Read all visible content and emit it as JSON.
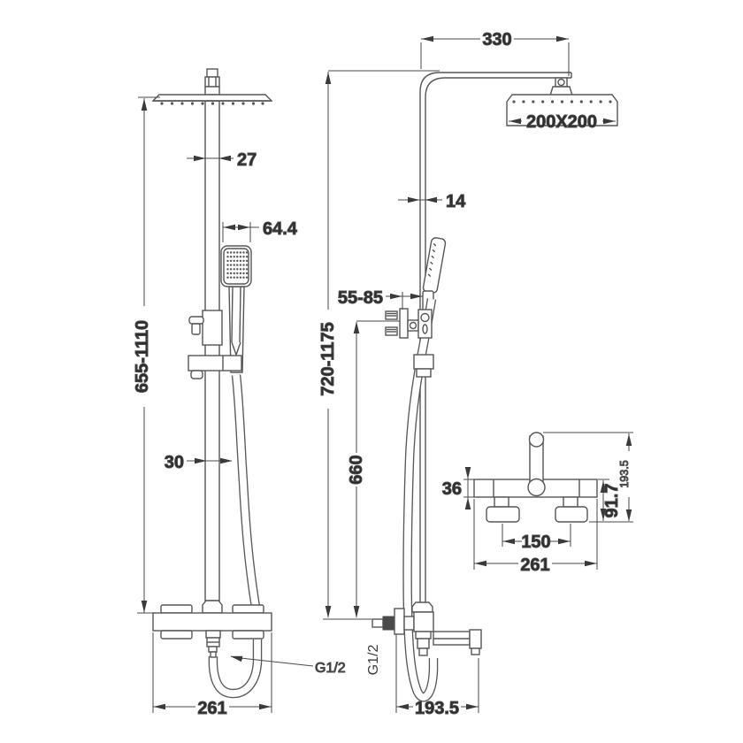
{
  "drawing": {
    "type": "technical-dimension-drawing",
    "subject": "thermostatic-shower-column",
    "colors": {
      "background": "#ffffff",
      "line": "#565656",
      "dimension_line": "#4a4a4a",
      "text": "#2b2b2b"
    },
    "front": {
      "dims": {
        "stem_width": "27",
        "handshower_width": "64.4",
        "height_range": "655-1110",
        "hose_offset": "30",
        "body_width": "261",
        "outlet_thread": "G1/2"
      }
    },
    "side": {
      "dims": {
        "arm_reach": "330",
        "head_size": "200X200",
        "pipe_width": "14",
        "bracket_range": "55-85",
        "height_range": "720-1175",
        "bracket_to_outlet": "660",
        "inlet_thread": "G1/2",
        "spout_depth": "193.5"
      }
    },
    "top": {
      "dims": {
        "body_depth": "36",
        "handle_height": "91.7",
        "overall_depth": "193.5",
        "inlet_spacing": "150",
        "body_width": "261"
      }
    }
  }
}
